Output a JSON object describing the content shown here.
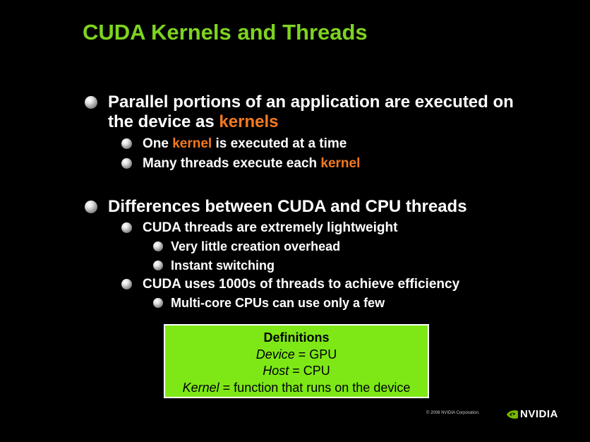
{
  "slide": {
    "title": "CUDA Kernels and Threads",
    "b1": {
      "line1": "Parallel portions of an application are executed on",
      "line2_prefix": "the device as ",
      "line2_highlight": "kernels",
      "sub1": {
        "prefix": "One ",
        "highlight": "kernel",
        "suffix": " is executed at a time"
      },
      "sub2": {
        "prefix": "Many threads execute each ",
        "highlight": "kernel"
      }
    },
    "b2": {
      "text": "Differences between CUDA and CPU threads",
      "sub1": "CUDA threads are extremely lightweight",
      "sub1a": "Very little creation overhead",
      "sub1b": "Instant switching",
      "sub2": "CUDA uses 1000s of threads to achieve efficiency",
      "sub2a": "Multi-core CPUs can use only a few"
    },
    "definitions": {
      "heading": "Definitions",
      "device_term": "Device",
      "device_def": " = GPU",
      "host_term": "Host",
      "host_def": " = CPU",
      "kernel_term": "Kernel",
      "kernel_def": " = function that runs on the device"
    },
    "footer": {
      "copyright": "© 2008 NVIDIA Corporation.",
      "logo_text": "NVIDIA"
    }
  },
  "colors": {
    "background": "#000000",
    "title": "#7ed320",
    "highlight": "#f47a1f",
    "definitions_bg": "#7ee817"
  }
}
